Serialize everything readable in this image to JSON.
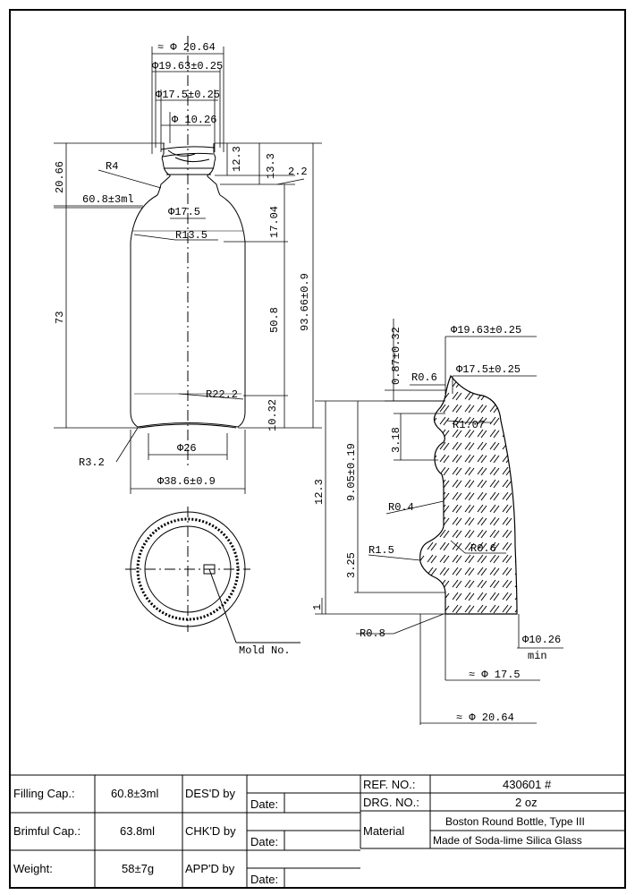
{
  "bottle_dims": {
    "d_20_64_top": "≈ Φ 20.64",
    "d_19_63": "Φ19.63±0.25",
    "d_17_5_tol": "Φ17.5±0.25",
    "d_10_26": "Φ 10.26",
    "r4": "R4",
    "h_20_66": "20.66",
    "h_12_3": "12.3",
    "h_13_3": "13.3",
    "h_2_2": "2.2",
    "cap_60_8": "60.8±3ml",
    "d_17_5": "Φ17.5",
    "h_17_04": "17.04",
    "r13_5": "R13.5",
    "h_93_66": "93.66±0.9",
    "h_73": "73",
    "h_50_8": "50.8",
    "r22_2": "R22.2",
    "h_10_32": "10.32",
    "d_26": "Φ26",
    "r3_2": "R3.2",
    "d_38_6": "Φ38.6±0.9",
    "mold_no": "Mold No."
  },
  "detail_dims": {
    "h_0_87": "0.87±0.32",
    "d_19_63": "Φ19.63±0.25",
    "r0_6_top": "R0.6",
    "d_17_5": "Φ17.5±0.25",
    "r1_07": "R1.07",
    "h_3_18": "3.18",
    "h_9_05": "9.05±0.19",
    "h_12_3": "12.3",
    "r0_4": "R0.4",
    "r1_5": "R1.5",
    "r0_6_bot": "R0.6",
    "h_3_25": "3.25",
    "h_1": "1",
    "r0_8": "R0.8",
    "d_10_26": "Φ10.26",
    "min": "min",
    "d_17_5_approx": "≈ Φ 17.5",
    "d_20_64_approx": "≈ Φ 20.64"
  },
  "title_block": {
    "filling_cap_label": "Filling Cap.:",
    "filling_cap_value": "60.8±3ml",
    "brimful_cap_label": "Brimful Cap.:",
    "brimful_cap_value": "63.8ml",
    "weight_label": "Weight:",
    "weight_value": "58±7g",
    "desd_by": "DES'D by",
    "chkd_by": "CHK'D by",
    "appd_by": "APP'D by",
    "date_label": "Date:",
    "ref_no_label": "REF. NO.:",
    "ref_no_value": "430601 #",
    "drg_no_label": "DRG. NO.:",
    "drg_no_value": "2 oz",
    "material_label": "Material",
    "material_line1": "Boston Round Bottle, Type III",
    "material_line2": "Made of Soda-lime Silica Glass"
  }
}
